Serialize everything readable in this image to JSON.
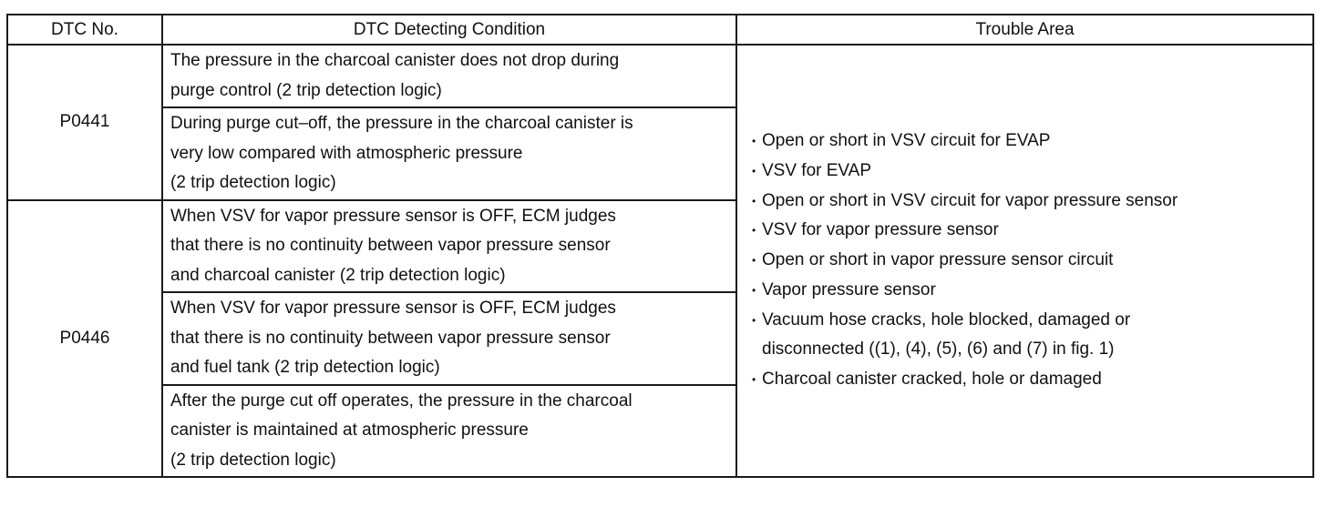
{
  "headers": {
    "dtc_no": "DTC No.",
    "condition": "DTC Detecting Condition",
    "trouble_area": "Trouble Area"
  },
  "rows": [
    {
      "code": "P0441",
      "conditions": [
        "The pressure in the charcoal canister does not drop during\npurge control (2 trip detection logic)",
        "During purge cut–off, the pressure in the charcoal canister is\nvery low compared with atmospheric pressure\n(2 trip detection logic)"
      ]
    },
    {
      "code": "P0446",
      "conditions": [
        "When VSV for vapor pressure sensor is OFF, ECM judges\nthat there is no continuity between vapor pressure sensor\nand charcoal canister (2 trip detection logic)",
        "When VSV for vapor pressure sensor is OFF, ECM judges\nthat there is no continuity between vapor pressure sensor\nand fuel tank (2 trip detection logic)",
        "After the purge cut off operates, the pressure in the charcoal\ncanister is maintained at atmospheric pressure\n(2 trip detection logic)"
      ]
    }
  ],
  "trouble_area": {
    "bullet": "•",
    "items": [
      "Open or short in VSV circuit for EVAP",
      "VSV for EVAP",
      "Open or short in VSV circuit for vapor pressure sensor",
      "VSV for vapor pressure sensor",
      "Open or short in vapor pressure sensor circuit",
      "Vapor pressure sensor",
      "Vacuum hose cracks, hole blocked, damaged or\ndisconnected ((1), (4), (5), (6) and (7) in fig. 1)",
      "Charcoal canister cracked, hole or damaged"
    ]
  }
}
